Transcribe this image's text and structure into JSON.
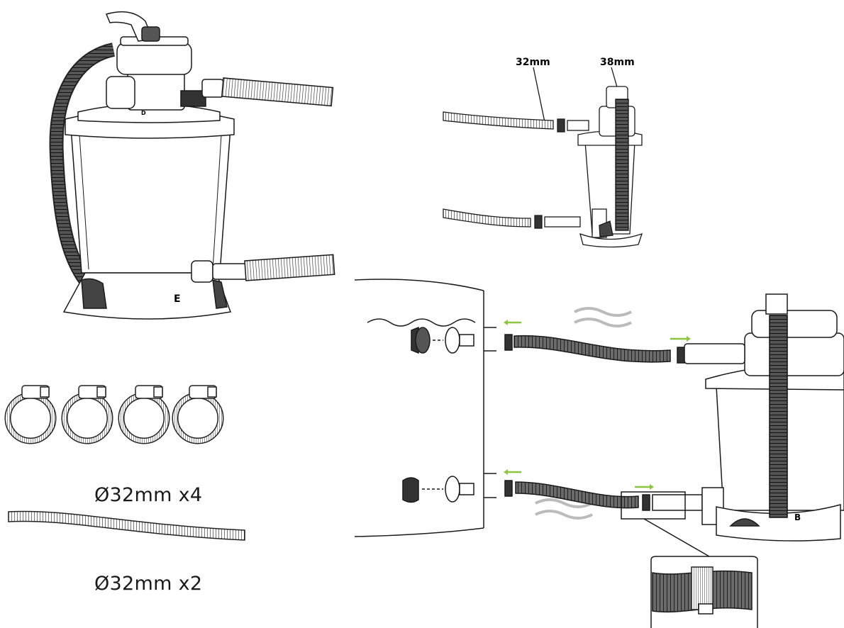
{
  "labels": {
    "hose_diameter_small": "32mm",
    "hose_diameter_large": "38mm",
    "clamps_qty": "Ø32mm x4",
    "hose_qty": "Ø32mm x2",
    "filter_mark_main": "E",
    "filter_mark_side": "B",
    "valve_mark": "D"
  },
  "colors": {
    "line": "#1a1a1a",
    "flow_arrow": "#8cc63f",
    "water_flow": "#bbbbbb",
    "hose_fill": "#555555"
  },
  "icons": [
    "hose-clamp-icon",
    "flow-arrow-icon",
    "water-flow-icon",
    "inlet-strainer-icon",
    "plug-icon"
  ]
}
